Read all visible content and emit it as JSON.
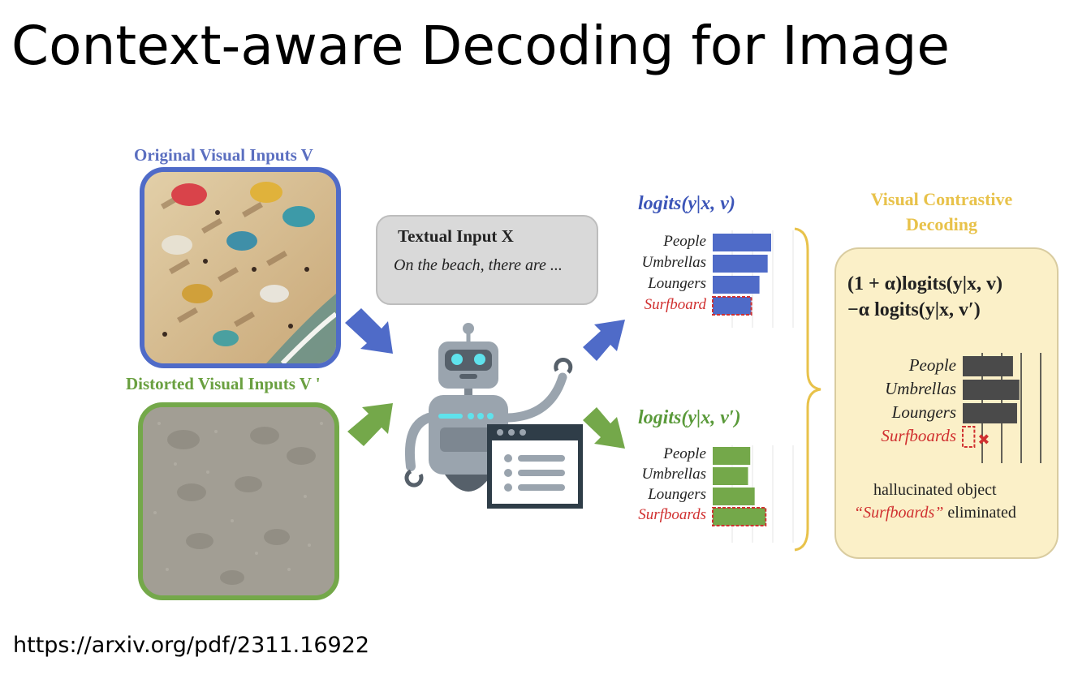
{
  "slide": {
    "title": "Context-aware Decoding for Image",
    "source_url": "https://arxiv.org/pdf/2311.16922"
  },
  "figure": {
    "original_header": "Original Visual Inputs V",
    "distorted_header": "Distorted Visual Inputs V '",
    "textual_input_title": "Textual Input X",
    "textual_input_body": "On the beach, there are ...",
    "logits_original": "logits(y|x, v)",
    "logits_distorted": "logits(y|x, v′)",
    "bars_original": [
      {
        "label": "People",
        "value": 1.0,
        "hallucinated": false
      },
      {
        "label": "Umbrellas",
        "value": 0.94,
        "hallucinated": false
      },
      {
        "label": "Loungers",
        "value": 0.8,
        "hallucinated": false
      },
      {
        "label": "Surfboard",
        "value": 0.66,
        "hallucinated": true
      }
    ],
    "bars_distorted": [
      {
        "label": "People",
        "value": 0.68,
        "hallucinated": false
      },
      {
        "label": "Umbrellas",
        "value": 0.64,
        "hallucinated": false
      },
      {
        "label": "Loungers",
        "value": 0.76,
        "hallucinated": false
      },
      {
        "label": "Surfboards",
        "value": 0.96,
        "hallucinated": true
      }
    ],
    "vcd_title": "Visual Contrastive Decoding",
    "formula_line1": "(1 + α)logits(y|x, v)",
    "formula_line2": "−α logits(y|x, v′)",
    "bars_vcd": [
      {
        "label": "People",
        "value": 0.86,
        "hallucinated": false
      },
      {
        "label": "Umbrellas",
        "value": 0.97,
        "hallucinated": false
      },
      {
        "label": "Loungers",
        "value": 0.93,
        "hallucinated": false
      },
      {
        "label": "Surfboards",
        "value": 0.2,
        "hallucinated": true
      }
    ],
    "caption_line1": "hallucinated object",
    "caption_highlight": "“Surfboards”",
    "caption_rest": " eliminated",
    "colors": {
      "original": "#4f6bc8",
      "distorted": "#74a84a",
      "vcd_bar": "#4a4a4a",
      "hallucinated": "#d03030",
      "vcd_box": "#fbf0c8",
      "brace": "#e8c24a"
    }
  }
}
